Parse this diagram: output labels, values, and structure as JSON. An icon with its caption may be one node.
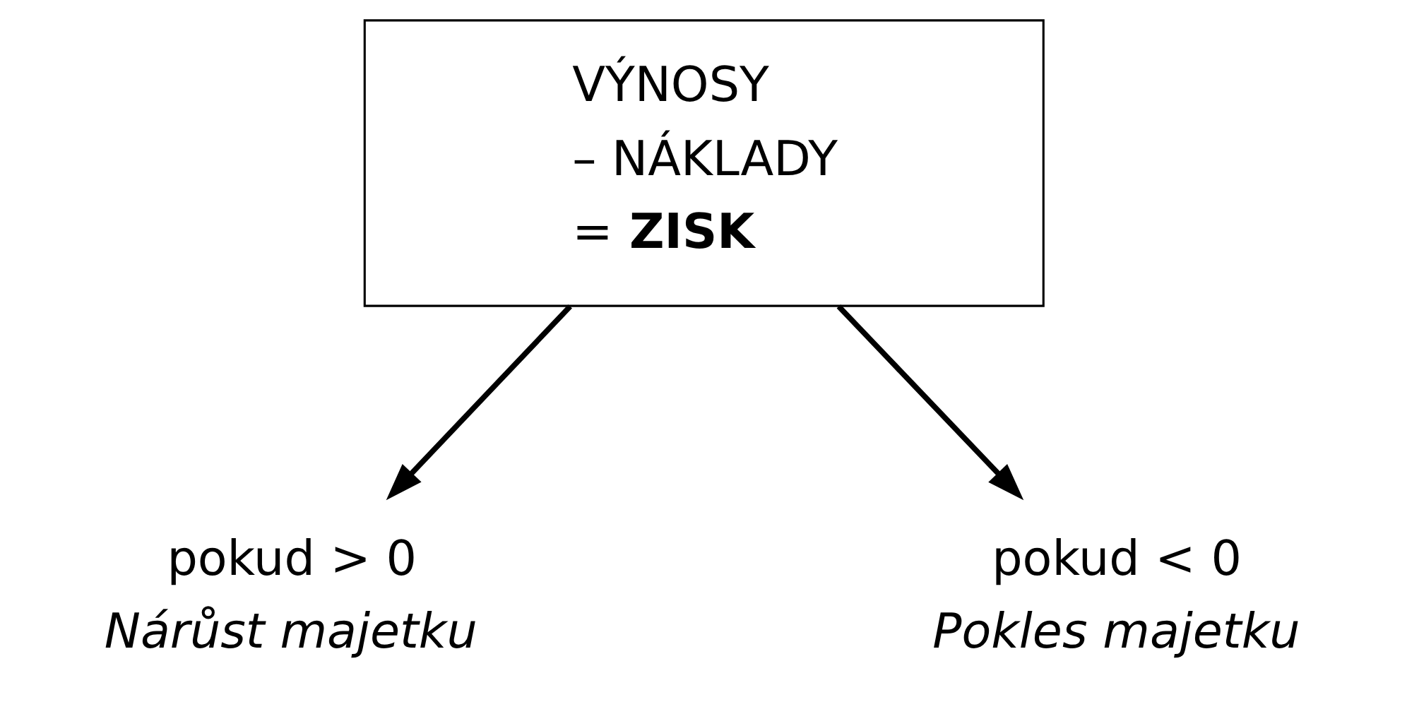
{
  "diagram": {
    "nodes": [
      {
        "text": [
          "VÝNOSY",
          "– NÁKLADY",
          "= **ZISK**"
        ]
      },
      {
        "text": [
          "pokud > 0",
          "*Nárůst majetku*"
        ]
      },
      {
        "text": [
          "pokud < 0",
          "*Pokles majetku*"
        ]
      }
    ],
    "edges": [
      {
        "from": 0,
        "to": 1,
        "arrow": "to"
      },
      {
        "from": 0,
        "to": 2,
        "arrow": "to"
      }
    ]
  }
}
